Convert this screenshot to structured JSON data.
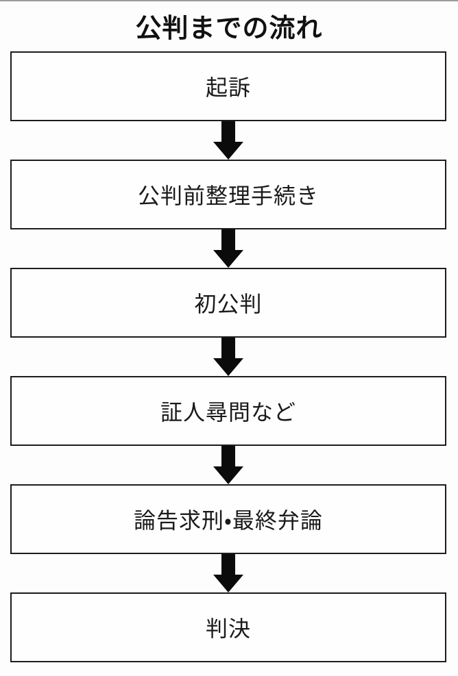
{
  "title": "公判までの流れ",
  "flow": {
    "steps": [
      {
        "label": "起訴"
      },
      {
        "label": "公判前整理手続き"
      },
      {
        "label": "初公判"
      },
      {
        "label": "証人尋問など"
      },
      {
        "label": "論告求刑・最終弁論"
      },
      {
        "label": "判決"
      }
    ]
  },
  "colors": {
    "background": "#fdfdfd",
    "box_fill": "#fefefe",
    "box_border": "#1c1c1c",
    "text": "#1a1a1a",
    "arrow": "#0b0b0b",
    "top_edge_line": "#9c9c9c"
  }
}
